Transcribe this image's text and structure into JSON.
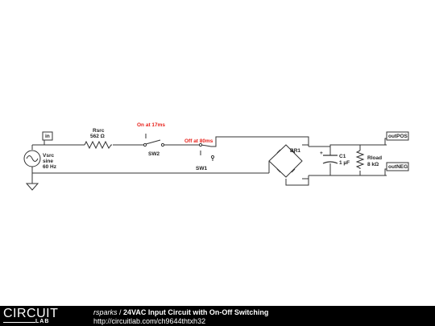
{
  "circuit": {
    "source": {
      "name": "Vsrc",
      "type": "sine",
      "freq": "60 Hz"
    },
    "resistor_src": {
      "name": "Rsrc",
      "value": "562 Ω"
    },
    "switch2": {
      "name": "SW2",
      "note": "On at 17ms"
    },
    "switch1": {
      "name": "SW1",
      "note": "Off at 80ms"
    },
    "bridge": {
      "name": "BR1"
    },
    "capacitor": {
      "name": "C1",
      "value": "1 µF"
    },
    "resistor_load": {
      "name": "Rload",
      "value": "8 kΩ"
    },
    "nets": {
      "in": "in",
      "out_pos": "outPOS",
      "out_neg": "outNEG"
    },
    "polarity": {
      "plus": "+",
      "minus": "−"
    }
  },
  "footer": {
    "logo_top": "CIRCUIT",
    "logo_bottom": "LAB",
    "author": "rsparks",
    "separator": " / ",
    "title": "24VAC Input Circuit with On-Off Switching",
    "url": "http://circuitlab.com/ch9644thtxh32"
  },
  "colors": {
    "annotation": "#e8231c",
    "wire": "#333333",
    "footer_bg": "#000000"
  }
}
